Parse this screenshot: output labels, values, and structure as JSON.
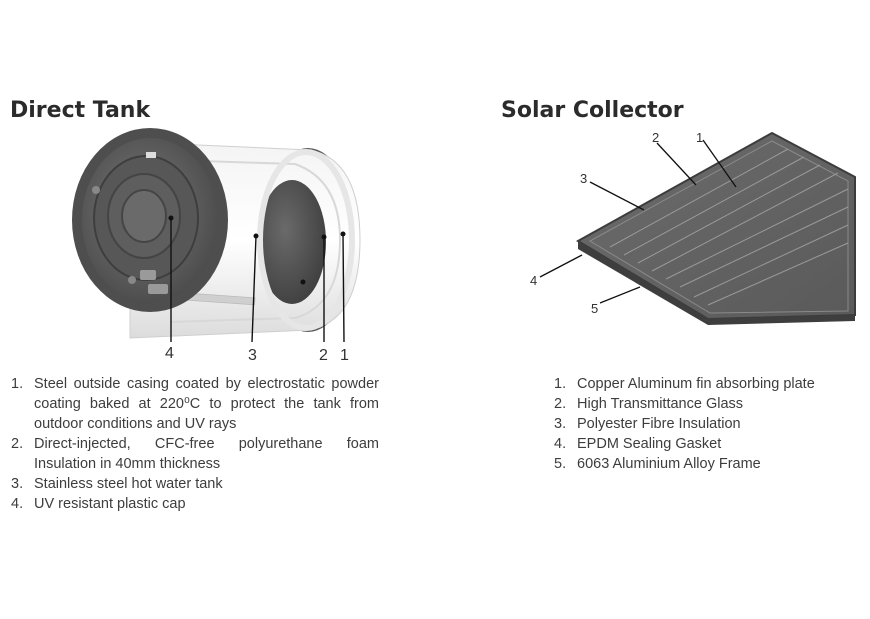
{
  "direct_tank": {
    "title": "Direct Tank",
    "callouts": [
      "4",
      "3",
      "2",
      "1"
    ],
    "legend": [
      {
        "num": "1.",
        "text": "Steel outside casing coated by electrostatic powder coating baked at 220⁰C to protect the tank from outdoor conditions and UV rays"
      },
      {
        "num": "2.",
        "text": "Direct-injected, CFC-free polyurethane foam Insulation in 40mm thickness"
      },
      {
        "num": "3.",
        "text": "Stainless steel hot water tank"
      },
      {
        "num": "4.",
        "text": "UV resistant plastic cap"
      }
    ]
  },
  "solar_collector": {
    "title": "Solar Collector",
    "callouts": [
      "1",
      "2",
      "3",
      "4",
      "5"
    ],
    "legend": [
      {
        "num": "1.",
        "text": "Copper Aluminum fin absorbing plate"
      },
      {
        "num": "2.",
        "text": "High Transmittance Glass"
      },
      {
        "num": "3.",
        "text": "Polyester Fibre Insulation"
      },
      {
        "num": "4.",
        "text": "EPDM Sealing Gasket"
      },
      {
        "num": "5.",
        "text": "6063 Aluminium Alloy Frame"
      }
    ]
  }
}
